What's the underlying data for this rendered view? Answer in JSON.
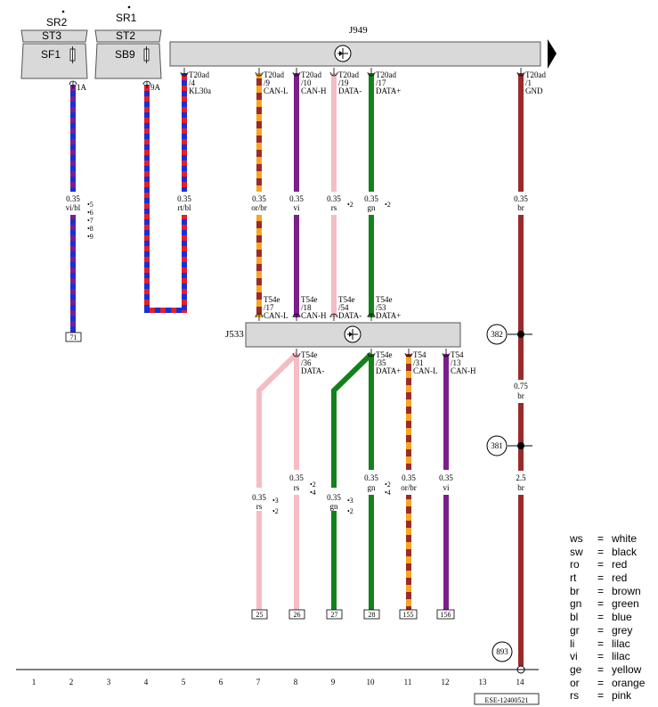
{
  "fuses": [
    {
      "relay": "SR2",
      "terminal": "ST3",
      "fuse": "SF1",
      "out": "1A"
    },
    {
      "relay": "SR1",
      "terminal": "ST2",
      "fuse": "SB9",
      "out": "9A"
    }
  ],
  "modules": {
    "top": {
      "name": "J949"
    },
    "mid": {
      "name": "J533"
    }
  },
  "pins_top": [
    {
      "conn": "T20ad",
      "pin": "/4",
      "sig": "KL30a"
    },
    {
      "conn": "T20ad",
      "pin": "/9",
      "sig": "CAN-L"
    },
    {
      "conn": "T20ad",
      "pin": "/10",
      "sig": "CAN-H"
    },
    {
      "conn": "T20ad",
      "pin": "/19",
      "sig": "DATA-"
    },
    {
      "conn": "T20ad",
      "pin": "/17",
      "sig": "DATA+"
    },
    {
      "conn": "T20ad",
      "pin": "/1",
      "sig": "GND"
    }
  ],
  "pins_mid_top": [
    {
      "conn": "T54e",
      "pin": "/17",
      "sig": "CAN-L"
    },
    {
      "conn": "T54e",
      "pin": "/18",
      "sig": "CAN-H"
    },
    {
      "conn": "T54e",
      "pin": "/54",
      "sig": "DATA-"
    },
    {
      "conn": "T54e",
      "pin": "/53",
      "sig": "DATA+"
    }
  ],
  "pins_mid_bottom": [
    {
      "conn": "T54e",
      "pin": "/36",
      "sig": "DATA-"
    },
    {
      "conn": "T54e",
      "pin": "/35",
      "sig": "DATA+"
    },
    {
      "conn": "T54",
      "pin": "/31",
      "sig": "CAN-L"
    },
    {
      "conn": "T54",
      "pin": "/13",
      "sig": "CAN-H"
    }
  ],
  "wires_upper": [
    {
      "size": "0.35",
      "color": "vi/bl"
    },
    {
      "size": "0.35",
      "color": "rt/bl"
    },
    {
      "size": "0.35",
      "color": "or/br"
    },
    {
      "size": "0.35",
      "color": "vi"
    },
    {
      "size": "0.35",
      "color": "rs"
    },
    {
      "size": "0.35",
      "color": "gn"
    },
    {
      "size": "0.35",
      "color": "br"
    }
  ],
  "wires_lower": [
    {
      "size": "0.35",
      "color": "rs"
    },
    {
      "size": "0.35",
      "color": "rs"
    },
    {
      "size": "0.35",
      "color": "gn"
    },
    {
      "size": "0.35",
      "color": "gn"
    },
    {
      "size": "0.35",
      "color": "or/br"
    },
    {
      "size": "0.35",
      "color": "vi"
    },
    {
      "size": "0.75",
      "color": "br"
    },
    {
      "size": "2.5",
      "color": "br"
    }
  ],
  "notes": {
    "vibl": [
      "•5",
      "•6",
      "•7",
      "•8",
      "•9"
    ],
    "rs_up": "•2",
    "gn_up": "•2",
    "a": [
      "•3",
      "•2"
    ],
    "b": [
      "•2",
      "•4"
    ],
    "c": [
      "•3",
      "•2"
    ],
    "d": [
      "•2",
      "•4"
    ]
  },
  "ground_points": [
    "382",
    "381",
    "893"
  ],
  "terminals": [
    "71",
    "25",
    "26",
    "27",
    "28",
    "155",
    "156"
  ],
  "tracks": [
    "1",
    "2",
    "3",
    "4",
    "5",
    "6",
    "7",
    "8",
    "9",
    "10",
    "11",
    "12",
    "13",
    "14"
  ],
  "code": "ESE-12400521",
  "legend": [
    {
      "code": "ws",
      "name": "white"
    },
    {
      "code": "sw",
      "name": "black"
    },
    {
      "code": "ro",
      "name": "red"
    },
    {
      "code": "rt",
      "name": "red"
    },
    {
      "code": "br",
      "name": "brown"
    },
    {
      "code": "gn",
      "name": "green"
    },
    {
      "code": "bl",
      "name": "blue"
    },
    {
      "code": "gr",
      "name": "grey"
    },
    {
      "code": "li",
      "name": "lilac"
    },
    {
      "code": "vi",
      "name": "lilac"
    },
    {
      "code": "ge",
      "name": "yellow"
    },
    {
      "code": "or",
      "name": "orange"
    },
    {
      "code": "rs",
      "name": "pink"
    }
  ],
  "legend_eq": "=",
  "colors": {
    "violet": "#7a1f8c",
    "blue": "#1a2fd6",
    "red": "#e0202a",
    "orange": "#f5a623",
    "brown": "#9b2a2a",
    "pink": "#f6bcc4",
    "green": "#13821a",
    "box": "#d9d9d9"
  }
}
